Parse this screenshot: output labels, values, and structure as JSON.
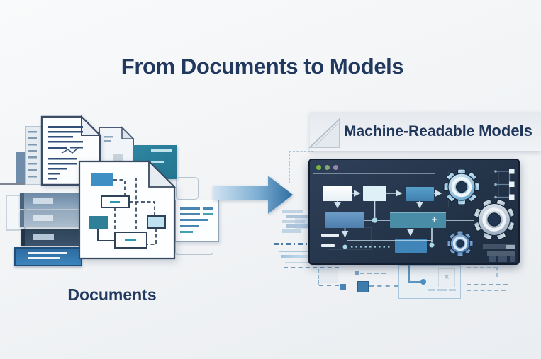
{
  "title": {
    "prefix": "From Documents to",
    "emphasis": "Models"
  },
  "left_group": {
    "caption": "Documents"
  },
  "right_group": {
    "caption_prefix": "Machine-Readable",
    "caption_emphasis": "Models"
  },
  "colors": {
    "heading_navy": "#21395e",
    "arrow_gradient_start": "#d3e4f2",
    "arrow_gradient_end": "#2f6da0",
    "teal": "#2e8099",
    "accent_blue": "#3d8fc4",
    "light_blue": "#bfe2f2",
    "panel_background": "#263850",
    "band_background": "#e9edf2",
    "binder_dark_navy": "#2e4459",
    "binder_blue": "#2e74ab",
    "steel_blue": "#7e9ab4"
  },
  "icons": {
    "arrow": "transform-arrow-icon",
    "gear_large": "gear-large-icon",
    "gear_medium": "gear-medium-icon",
    "gear_small": "gear-small-icon",
    "window_dots": [
      "window-dot-green-icon",
      "window-dot-olive-icon",
      "window-dot-purple-icon"
    ]
  }
}
